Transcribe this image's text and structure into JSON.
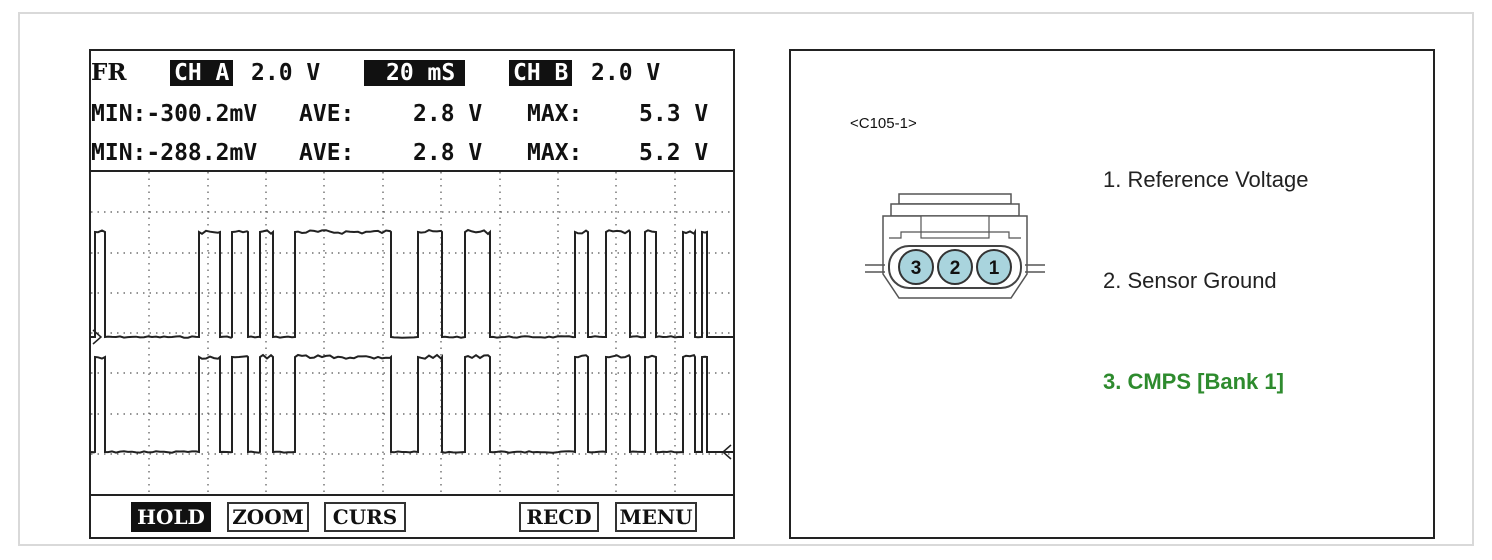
{
  "scope": {
    "row1": {
      "mode": "FR",
      "ch_a_label": "CH A",
      "ch_a_scale": "2.0 V",
      "timebase": "20 mS",
      "ch_b_label": "CH B",
      "ch_b_scale": "2.0 V"
    },
    "row2": {
      "min": "MIN:-300.2mV",
      "ave_label": "AVE:",
      "ave": "2.8 V",
      "max_label": "MAX:",
      "max": "5.3 V"
    },
    "row3": {
      "min": "MIN:-288.2mV",
      "ave_label": "AVE:",
      "ave": "2.8 V",
      "max_label": "MAX:",
      "max": "5.2 V"
    },
    "buttons": {
      "hold": "HOLD",
      "zoom": "ZOOM",
      "curs": "CURS",
      "recd": "RECD",
      "menu": "MENU"
    },
    "waveform": {
      "channel_a_transitions": [
        0,
        10,
        104,
        125,
        137,
        153,
        165,
        178,
        200,
        296,
        323,
        347,
        370,
        395,
        480,
        493,
        511,
        535,
        550,
        561,
        588,
        600,
        607,
        612
      ],
      "channel_b_transitions": [
        0,
        10,
        104,
        125,
        137,
        153,
        165,
        178,
        200,
        296,
        323,
        347,
        370,
        395,
        480,
        493,
        511,
        535,
        550,
        561,
        588,
        600,
        607,
        612
      ],
      "high_volts": 5.3,
      "low_volts": 0.0,
      "trace_color": "#222222",
      "grid_color": "#555555"
    }
  },
  "connector": {
    "id": "<C105-1>",
    "pins": [
      {
        "num": "3",
        "label": "3. CMPS [Bank 1]"
      },
      {
        "num": "2",
        "label": "2. Sensor Ground"
      },
      {
        "num": "1",
        "label": "1. Reference Voltage"
      }
    ],
    "pin_fill_color": "#a9d4dd",
    "highlight_color": "#2e8b2e"
  }
}
